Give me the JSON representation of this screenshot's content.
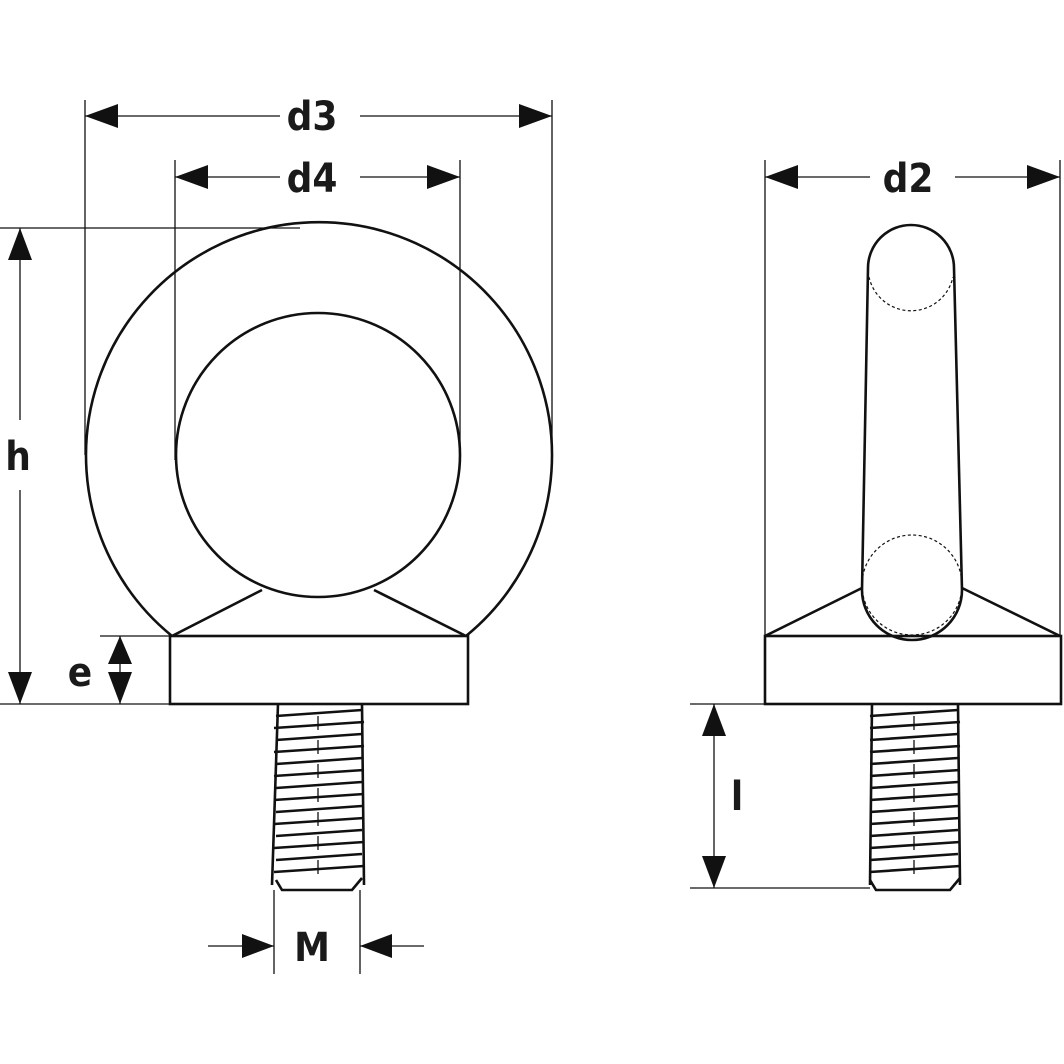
{
  "diagram": {
    "subject": "Eye bolt dimension drawing",
    "views": [
      "front view",
      "side view"
    ],
    "dimensions": {
      "d3": "d3",
      "d4": "d4",
      "d2": "d2",
      "h": "h",
      "e": "e",
      "l": "l",
      "M": "M"
    },
    "colors": {
      "line": "#111111",
      "background": "#ffffff"
    }
  }
}
